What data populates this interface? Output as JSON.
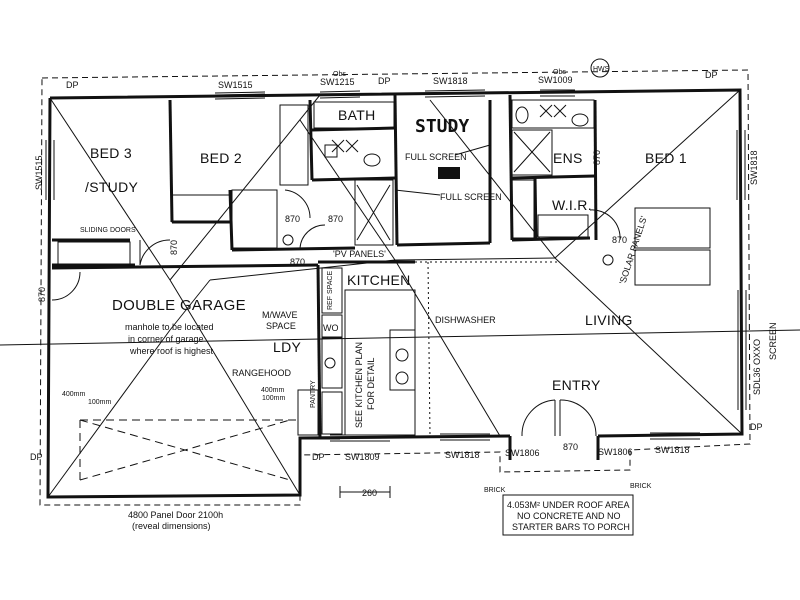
{
  "rooms": {
    "bed3": "BED 3",
    "bed3_sub": "/STUDY",
    "bed2": "BED 2",
    "bath": "BATH",
    "study": "STUDY",
    "ens": "ENS",
    "bed1": "BED 1",
    "wir": "W.I.R.",
    "kitchen": "KITCHEN",
    "garage": "DOUBLE GARAGE",
    "ldy": "LDY",
    "living": "LIVING",
    "entry": "ENTRY"
  },
  "notes": {
    "full_screen_1": "FULL SCREEN",
    "full_screen_2": "FULL SCREEN",
    "pv_panels": "'PV PANELS'",
    "solar_panels": "'SOLAR PANELS'",
    "sliding_doors": "SLIDING DOORS",
    "manhole_1": "manhole to be located",
    "manhole_2": "in corner of garage",
    "manhole_3": "where roof is highest",
    "mwave_1": "M/WAVE",
    "mwave_2": "SPACE",
    "rangehood": "RANGEHOOD",
    "dishwasher": "DISHWASHER",
    "see_plan_1": "SEE KITCHEN PLAN",
    "see_plan_2": "FOR DETAIL",
    "panel_door_1": "4800 Panel Door 2100h",
    "panel_door_2": "(reveal dimensions)",
    "under_roof_1": "4.053M² UNDER ROOF AREA",
    "under_roof_2": "NO CONCRETE AND NO",
    "under_roof_3": "STARTER BARS TO PORCH",
    "screen_right": "SCREEN",
    "hws": "HWS",
    "brick_l": "BRICK",
    "brick_r": "BRICK",
    "dim_400": "400mm",
    "dim_100": "100mm",
    "dim_260": "260",
    "fridge": "REF SPACE",
    "wo": "WO",
    "pantry": "PANTRY"
  },
  "windows": {
    "sw1515_top": "SW1515",
    "sw1215": "SW1215",
    "obs1": "Obs",
    "sw1818_top": "SW1818",
    "sw1009": "SW1009",
    "obs2": "Obs",
    "sw1515_left": "SW1515",
    "sw1818_right": "SW1818",
    "sdl": "SDL36 OXXO",
    "sw1809": "SW1809",
    "sw1818_bottom": "SW1818",
    "sw1806_l": "SW1806",
    "sw1806_r": "SW1806",
    "sw1818_br": "SW1818"
  },
  "downpipes": {
    "dp": "DP"
  },
  "dims": {
    "d870": "870"
  }
}
